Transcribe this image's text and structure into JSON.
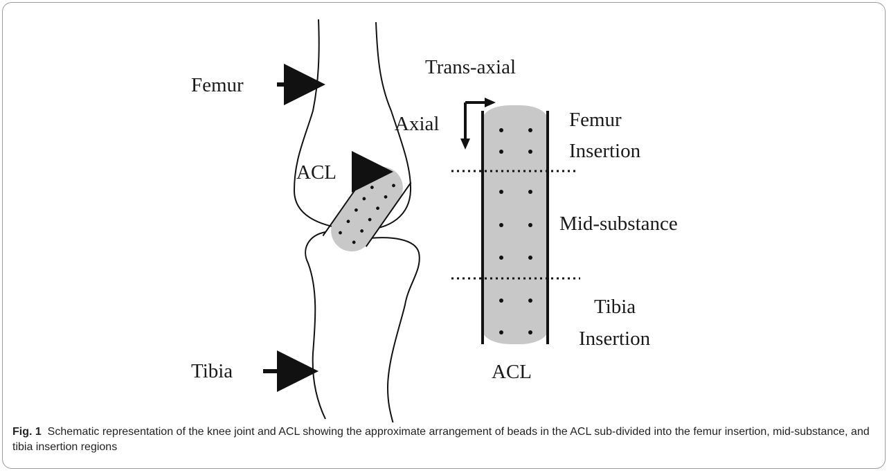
{
  "figure": {
    "labels": {
      "femur": "Femur",
      "tibia": "Tibia",
      "acl_knee": "ACL",
      "trans_axial": "Trans-axial",
      "axial": "Axial",
      "femur_insertion_line1": "Femur",
      "femur_insertion_line2": "Insertion",
      "mid_substance": "Mid-substance",
      "tibia_insertion_line1": "Tibia",
      "tibia_insertion_line2": "Insertion",
      "acl_bottom": "ACL"
    },
    "colors": {
      "ligament_fill": "#c8c8c8",
      "ink": "#111111"
    }
  },
  "caption": {
    "label": "Fig. 1",
    "text": "Schematic representation of the knee joint and ACL showing the approximate arrangement of beads in the ACL sub-divided into the femur insertion, mid-substance, and tibia insertion regions"
  }
}
